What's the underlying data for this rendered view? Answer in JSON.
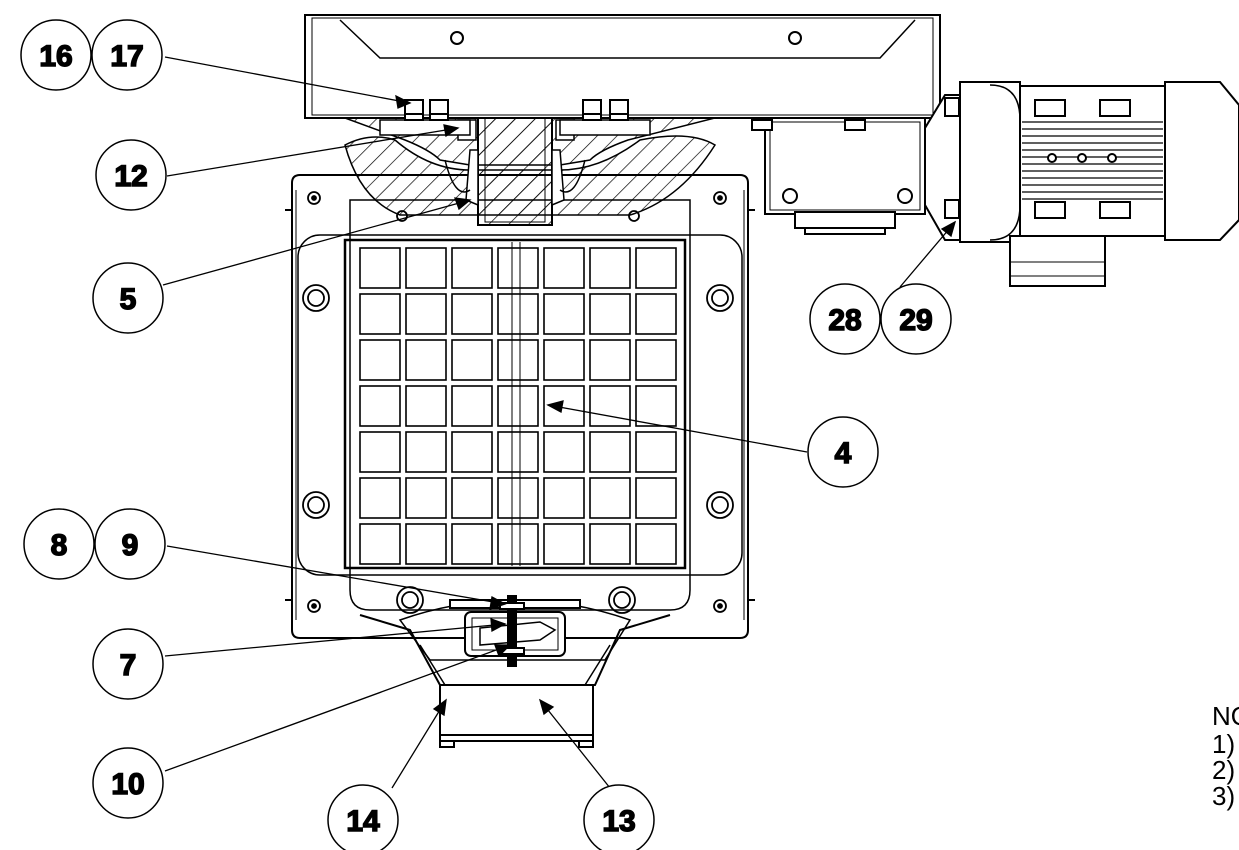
{
  "balloons": {
    "b16": "16",
    "b17": "17",
    "b12": "12",
    "b5": "5",
    "b4": "4",
    "b28": "28",
    "b29": "29",
    "b8": "8",
    "b9": "9",
    "b7": "7",
    "b10": "10",
    "b14": "14",
    "b13": "13"
  },
  "notes": {
    "heading": "NO",
    "line1": "1)",
    "line2": "2)",
    "line3": "3)"
  }
}
